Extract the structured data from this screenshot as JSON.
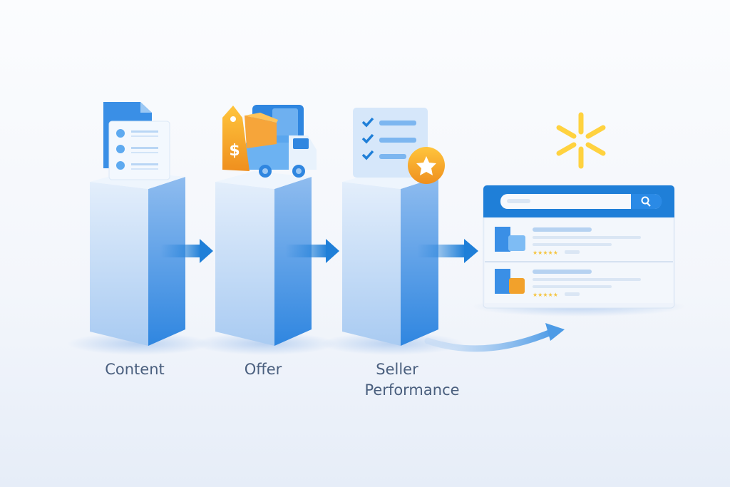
{
  "steps": [
    {
      "label": "Content",
      "icon": "document-list-icon"
    },
    {
      "label": "Offer",
      "icon": "price-tag-truck-icon"
    },
    {
      "label_line1": "Seller",
      "label_line2": "Performance",
      "icon": "checklist-star-icon"
    }
  ],
  "result": {
    "icon": "search-results-window-icon",
    "brand_icon": "walmart-spark-icon"
  },
  "colors": {
    "blue": "#1f7fd8",
    "light_blue": "#cfe2f8",
    "orange": "#f2a12b",
    "yellow": "#ffd23f",
    "text": "#4a5f7e"
  }
}
